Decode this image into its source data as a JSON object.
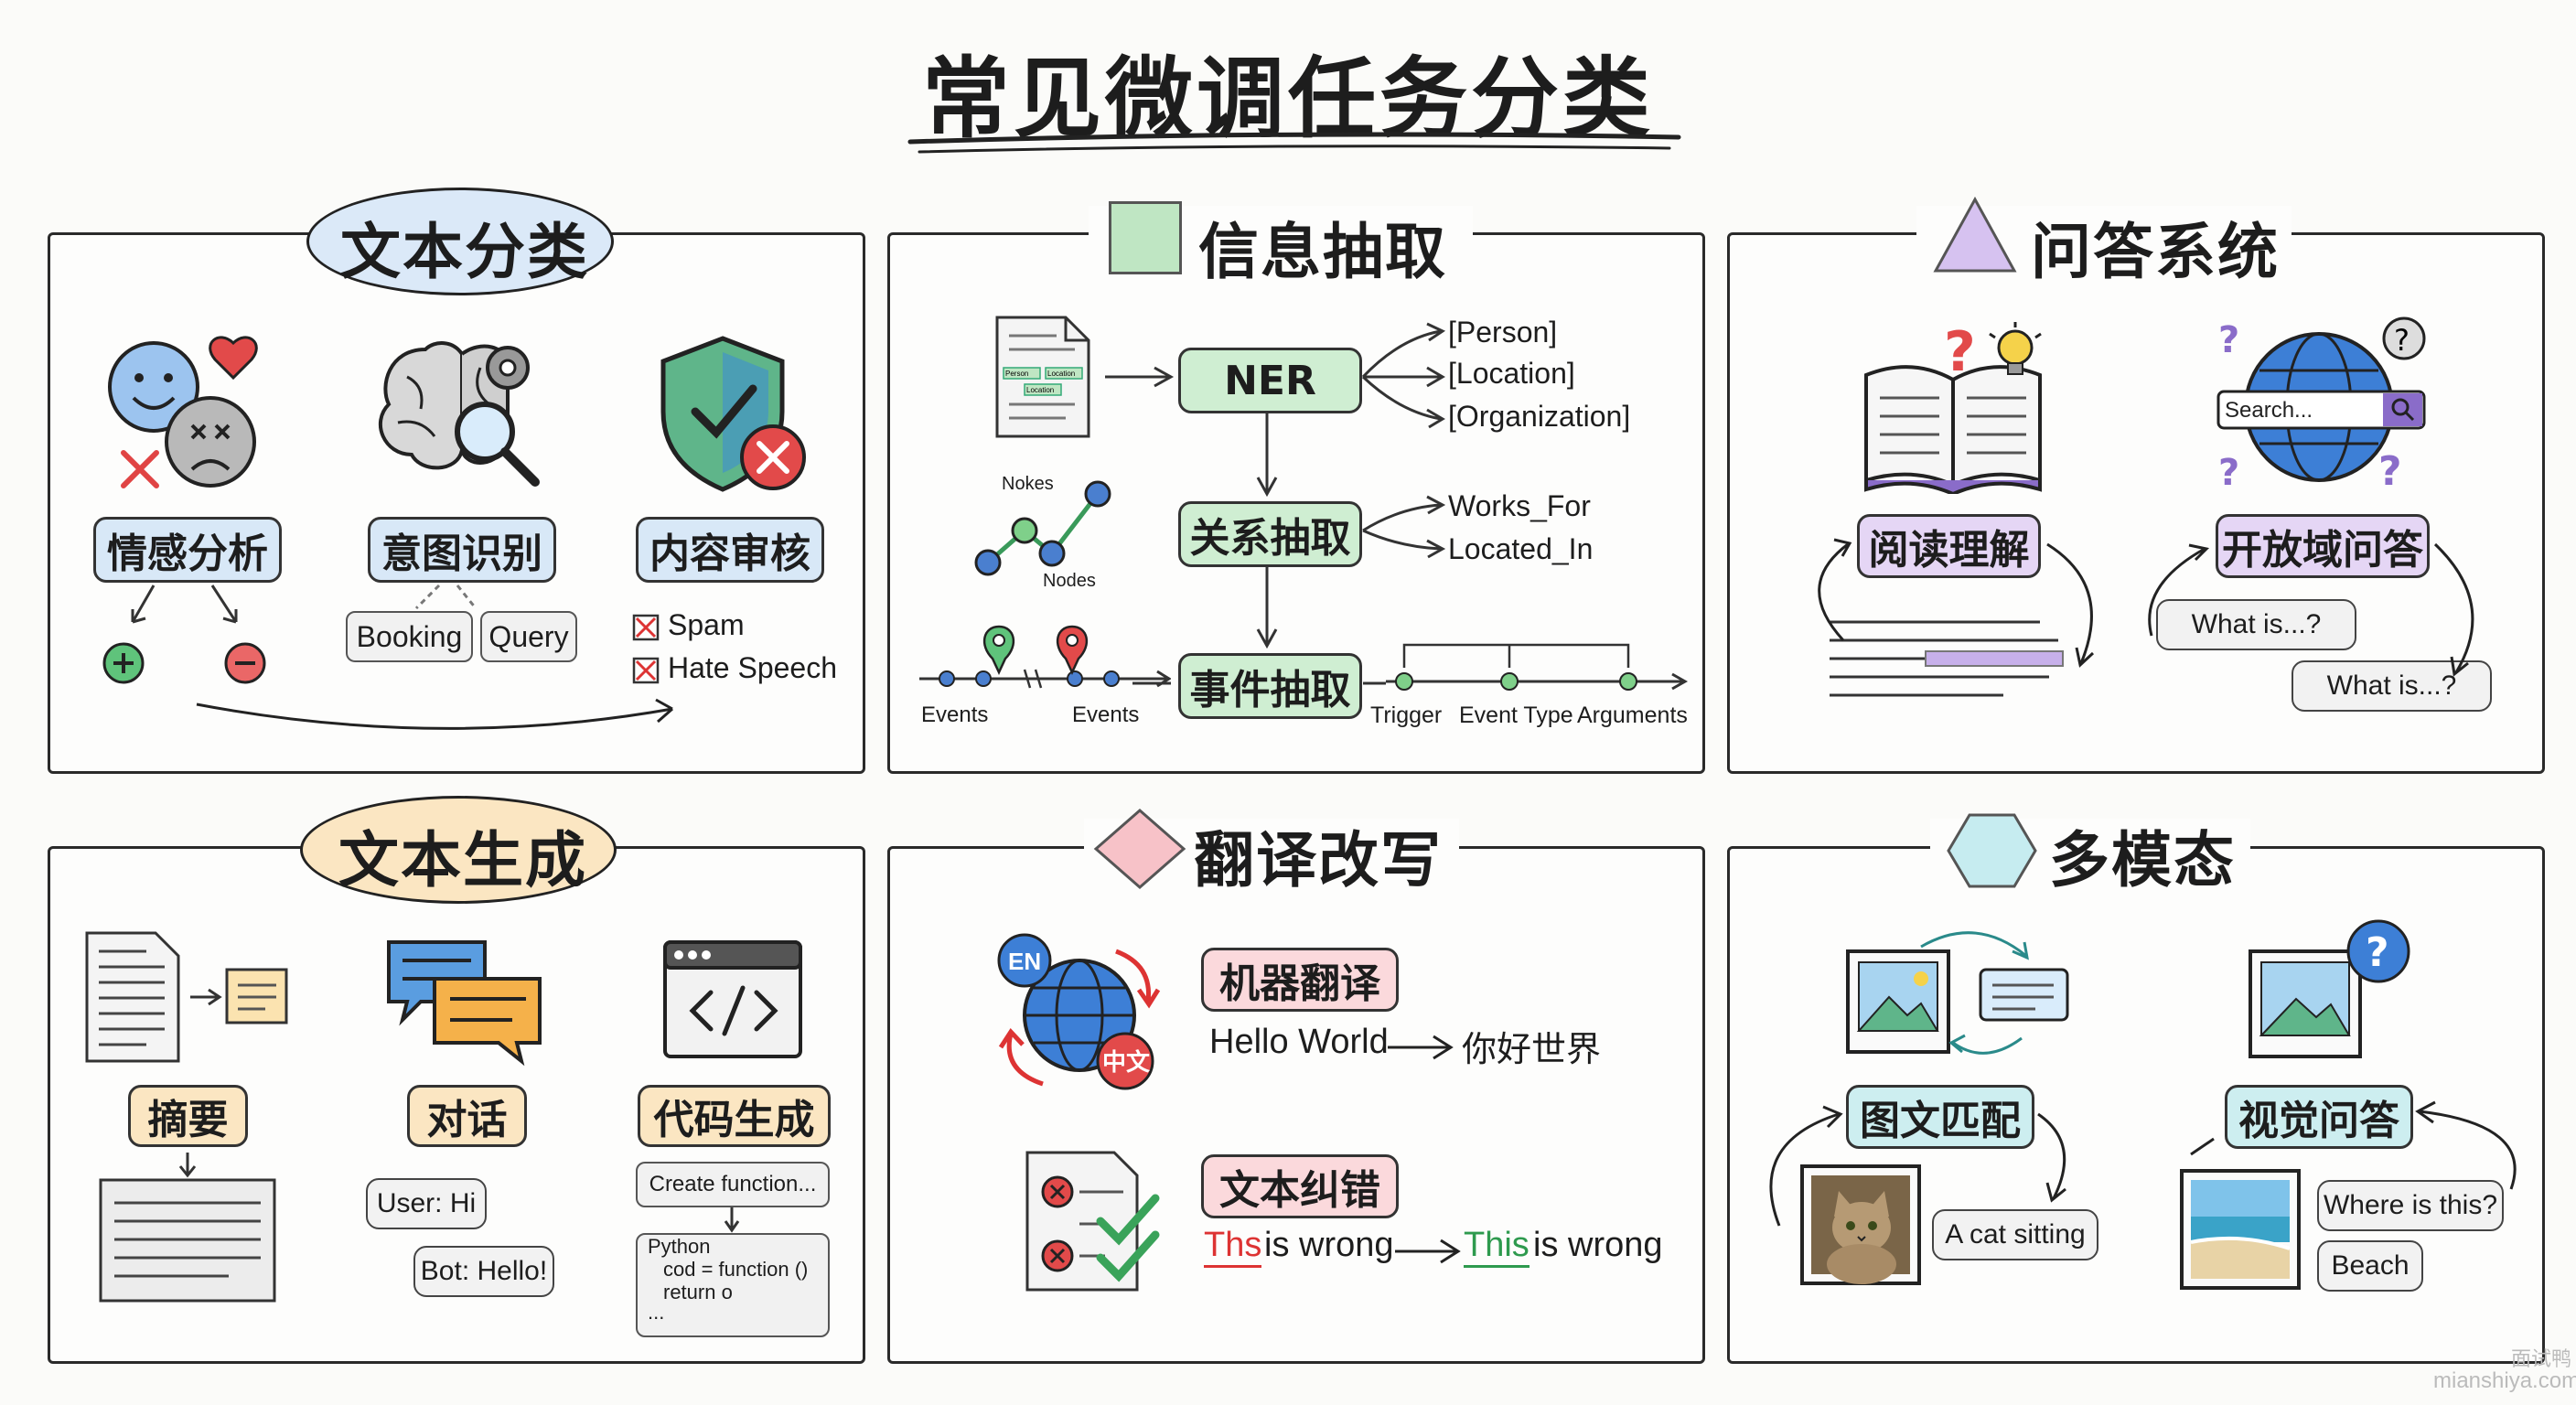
{
  "title": "常见微调任务分类",
  "watermark": [
    "面试鸭",
    "mianshiya.com"
  ],
  "colors": {
    "green": "#cfeed2",
    "blue": "#d8e8f7",
    "purple": "#e5d6f5",
    "pink": "#fbd9dc",
    "yellow": "#fbe9c6",
    "teal": "#cdeef0",
    "gray": "#e8e8e8"
  },
  "text_classification": {
    "title": "文本分类",
    "sentiment": {
      "label": "情感分析"
    },
    "intent": {
      "label": "意图识别",
      "examples": [
        "Booking",
        "Query"
      ]
    },
    "moderation": {
      "label": "内容审核",
      "items": [
        "Spam",
        "Hate Speech"
      ]
    }
  },
  "information_extraction": {
    "title": "信息抽取",
    "doc_labels": [
      "Person",
      "Location",
      "Location"
    ],
    "ner": {
      "label": "NER",
      "outputs": [
        "[Person]",
        "[Location]",
        "[Organization]"
      ]
    },
    "relation": {
      "label": "关系抽取",
      "graph_labels": [
        "Nokes",
        "Nodes"
      ],
      "outputs": [
        "Works_For",
        "Located_In"
      ]
    },
    "event": {
      "label": "事件抽取",
      "timeline_labels": [
        "Events",
        "Events"
      ],
      "outputs": [
        "Trigger",
        "Event Type",
        "Arguments"
      ]
    }
  },
  "qa": {
    "title": "问答系统",
    "reading": {
      "label": "阅读理解"
    },
    "open_domain": {
      "label": "开放域问答",
      "search_placeholder": "Search...",
      "bubbles": [
        "What is...?",
        "What is...?"
      ]
    }
  },
  "text_generation": {
    "title": "文本生成",
    "summary": {
      "label": "摘要"
    },
    "dialogue": {
      "label": "对话",
      "user": "User: Hi",
      "bot": "Bot: Hello!"
    },
    "code": {
      "label": "代码生成",
      "prompt": "Create function...",
      "code_lines": [
        "Python",
        "cod = function ()",
        "return o",
        "..."
      ]
    }
  },
  "translation": {
    "title": "翻译改写",
    "mt": {
      "label": "机器翻译",
      "badges": [
        "EN",
        "中文"
      ],
      "source": "Hello World",
      "target": "你好世界"
    },
    "correction": {
      "label": "文本纠错",
      "wrong": "Ths",
      "right": "This",
      "rest1": "is wrong",
      "rest2": "is wrong"
    }
  },
  "multimodal": {
    "title": "多模态",
    "matching": {
      "label": "图文匹配",
      "caption": "A cat sitting"
    },
    "vqa": {
      "label": "视觉问答",
      "question": "Where is this?",
      "answer": "Beach"
    }
  }
}
